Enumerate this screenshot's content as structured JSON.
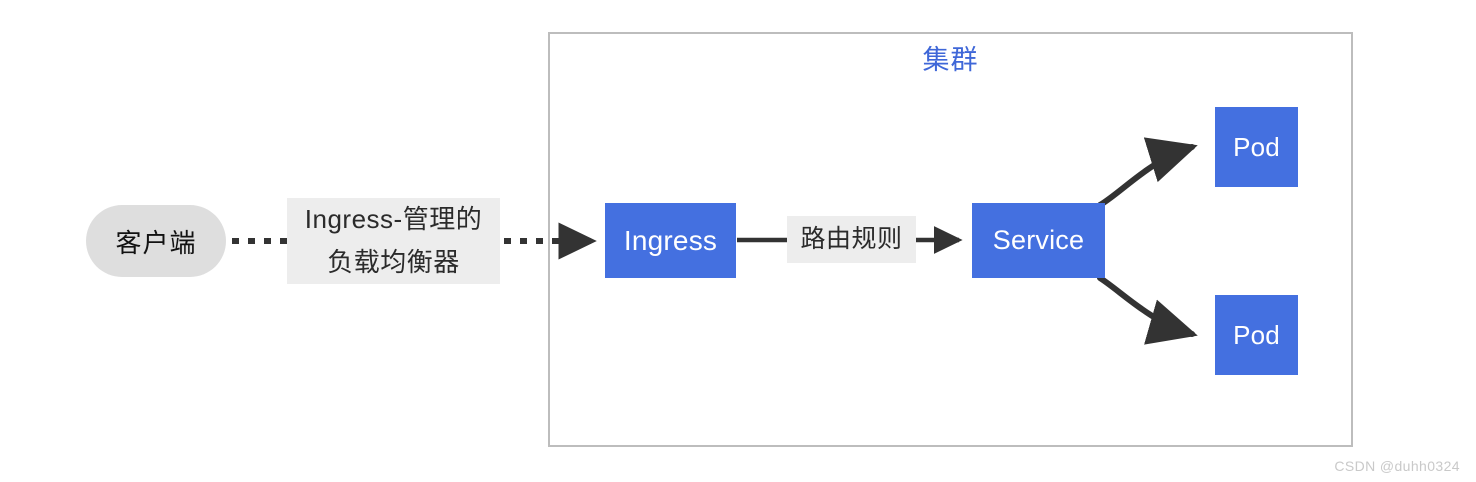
{
  "diagram": {
    "background": "#ffffff",
    "node_color": "#4470e0",
    "node_text_color": "#ffffff",
    "cluster_border_color": "#bdbdbd",
    "cluster_title_color": "#3f67d8",
    "label_background": "#ededed",
    "client_background": "#dedede",
    "arrow_color": "#333333"
  },
  "cluster": {
    "title": "集群"
  },
  "nodes": {
    "client": "客户端",
    "ingress": "Ingress",
    "service": "Service",
    "pod_top": "Pod",
    "pod_bottom": "Pod"
  },
  "edges": {
    "client_to_ingress_label": "Ingress-管理的\n负载均衡器",
    "ingress_to_service_label": "路由规则",
    "client_to_ingress_style": "dotted",
    "ingress_to_service_style": "solid",
    "service_to_pod_style": "curved"
  },
  "watermark": {
    "text": "CSDN @duhh0324"
  }
}
